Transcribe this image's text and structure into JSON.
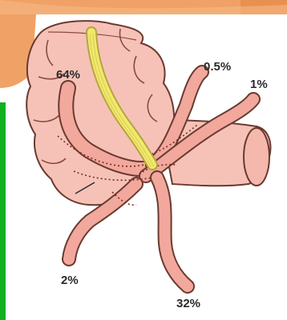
{
  "colors": {
    "background": "#ffffff",
    "header_photo": "#f0a266",
    "left_bar": "#10b020",
    "tissue": "#f6c2b8",
    "tissue_outline": "#6a3a30",
    "nerve": "#f2e86c",
    "vessel_dots": "#7a2a22"
  },
  "labels": {
    "upper_left": "64%",
    "upper_right_inner": "0.5%",
    "upper_right_outer": "1%",
    "lower_left": "2%",
    "bottom": "32%"
  }
}
